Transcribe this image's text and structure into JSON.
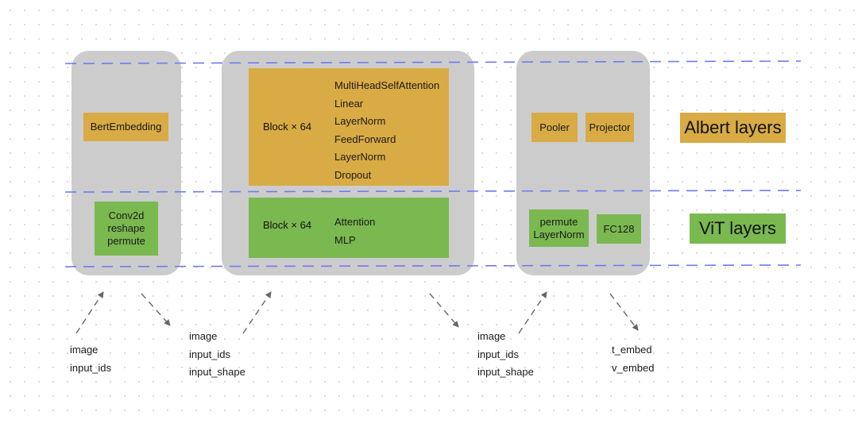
{
  "embedding_stage": {
    "albert_box": "BertEmbedding",
    "vit_lines": [
      "Conv2d",
      "reshape",
      "permute"
    ]
  },
  "encoder_stage": {
    "albert_block": "Block × 64",
    "albert_layers": [
      "MultiHeadSelfAttention",
      "Linear",
      "LayerNorm",
      "FeedForward",
      "LayerNorm",
      "Dropout"
    ],
    "vit_block": "Block × 64",
    "vit_layers": [
      "Attention",
      "MLP"
    ]
  },
  "head_stage": {
    "pooler": "Pooler",
    "projector": "Projector",
    "vit_lines": [
      "permute",
      "LayerNorm"
    ],
    "fc": "FC128"
  },
  "legend": {
    "albert": "Albert layers",
    "vit": "ViT layers"
  },
  "io": {
    "input_1": [
      "image",
      "input_ids"
    ],
    "input_2": [
      "image",
      "input_ids",
      "input_shape"
    ],
    "input_3": [
      "image",
      "input_ids",
      "input_shape"
    ],
    "output": [
      "t_embed",
      "v_embed"
    ]
  },
  "colors": {
    "albert": "#d9ab44",
    "vit": "#7ab850",
    "panel": "#cccccc",
    "divider": "#6b7cf0",
    "arrow": "#666666"
  }
}
